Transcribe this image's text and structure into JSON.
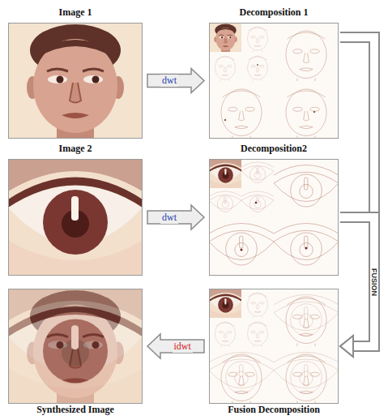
{
  "diagram": {
    "nodes": [
      {
        "text": [
          "Image 1"
        ]
      },
      {
        "text": [
          "Decomposition 1"
        ]
      },
      {
        "text": [
          "Image 2"
        ]
      },
      {
        "text": [
          "Decomposition2"
        ]
      },
      {
        "text": [
          "Synthesized Image"
        ]
      },
      {
        "text": [
          "Fusion Decomposition"
        ]
      }
    ],
    "edges": [
      {
        "from": 0,
        "to": 1,
        "label": "dwt",
        "arrow": "to"
      },
      {
        "from": 2,
        "to": 3,
        "label": "dwt",
        "arrow": "to"
      },
      {
        "from": 1,
        "to": 5,
        "arrow": "to"
      },
      {
        "from": 3,
        "to": 5,
        "label": "FUSION",
        "arrow": "to"
      },
      {
        "from": 5,
        "to": 4,
        "label": "idwt",
        "arrow": "to"
      }
    ]
  }
}
